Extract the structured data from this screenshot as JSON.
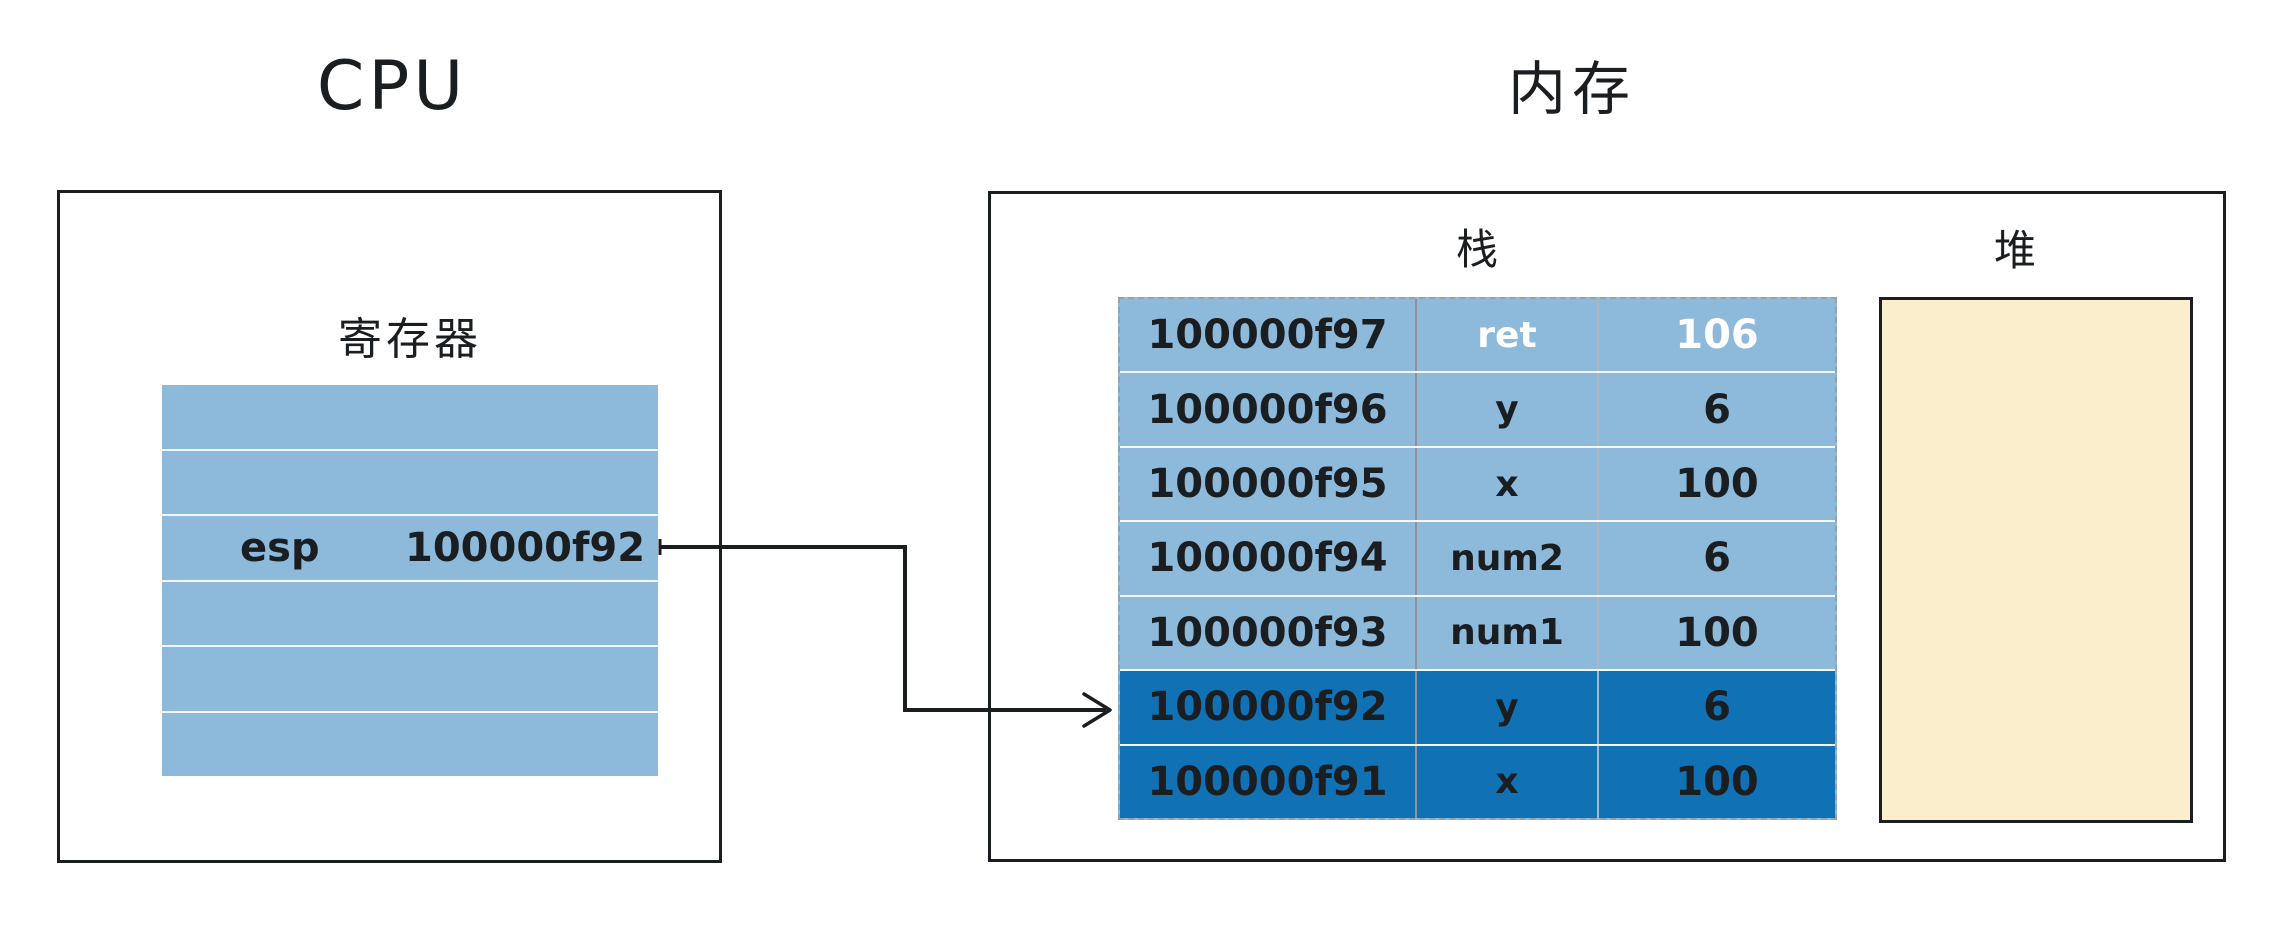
{
  "cpu": {
    "title": "CPU",
    "register_panel": {
      "label": "寄存器",
      "rows": [
        {
          "name": "",
          "value": ""
        },
        {
          "name": "",
          "value": ""
        },
        {
          "name": "esp",
          "value": "100000f92"
        },
        {
          "name": "",
          "value": ""
        },
        {
          "name": "",
          "value": ""
        },
        {
          "name": "",
          "value": ""
        }
      ]
    }
  },
  "memory": {
    "title": "内存",
    "stack": {
      "label": "栈",
      "rows": [
        {
          "address": "100000f97",
          "name": "ret",
          "value": "106",
          "shade": "light",
          "name_value_color": "white"
        },
        {
          "address": "100000f96",
          "name": "y",
          "value": "6",
          "shade": "light",
          "name_value_color": "black"
        },
        {
          "address": "100000f95",
          "name": "x",
          "value": "100",
          "shade": "light",
          "name_value_color": "black"
        },
        {
          "address": "100000f94",
          "name": "num2",
          "value": "6",
          "shade": "light",
          "name_value_color": "black"
        },
        {
          "address": "100000f93",
          "name": "num1",
          "value": "100",
          "shade": "light",
          "name_value_color": "black"
        },
        {
          "address": "100000f92",
          "name": "y",
          "value": "6",
          "shade": "dark",
          "name_value_color": "black"
        },
        {
          "address": "100000f91",
          "name": "x",
          "value": "100",
          "shade": "dark",
          "name_value_color": "black"
        }
      ]
    },
    "heap": {
      "label": "堆"
    }
  },
  "arrow": {
    "from": "register esp value 100000f92",
    "to": "stack row 100000f92"
  },
  "colors": {
    "row_light_blue": "#8db9db",
    "row_dark_blue": "#1072b4",
    "heap_fill": "#faeecd",
    "ink": "#1b1e21"
  }
}
